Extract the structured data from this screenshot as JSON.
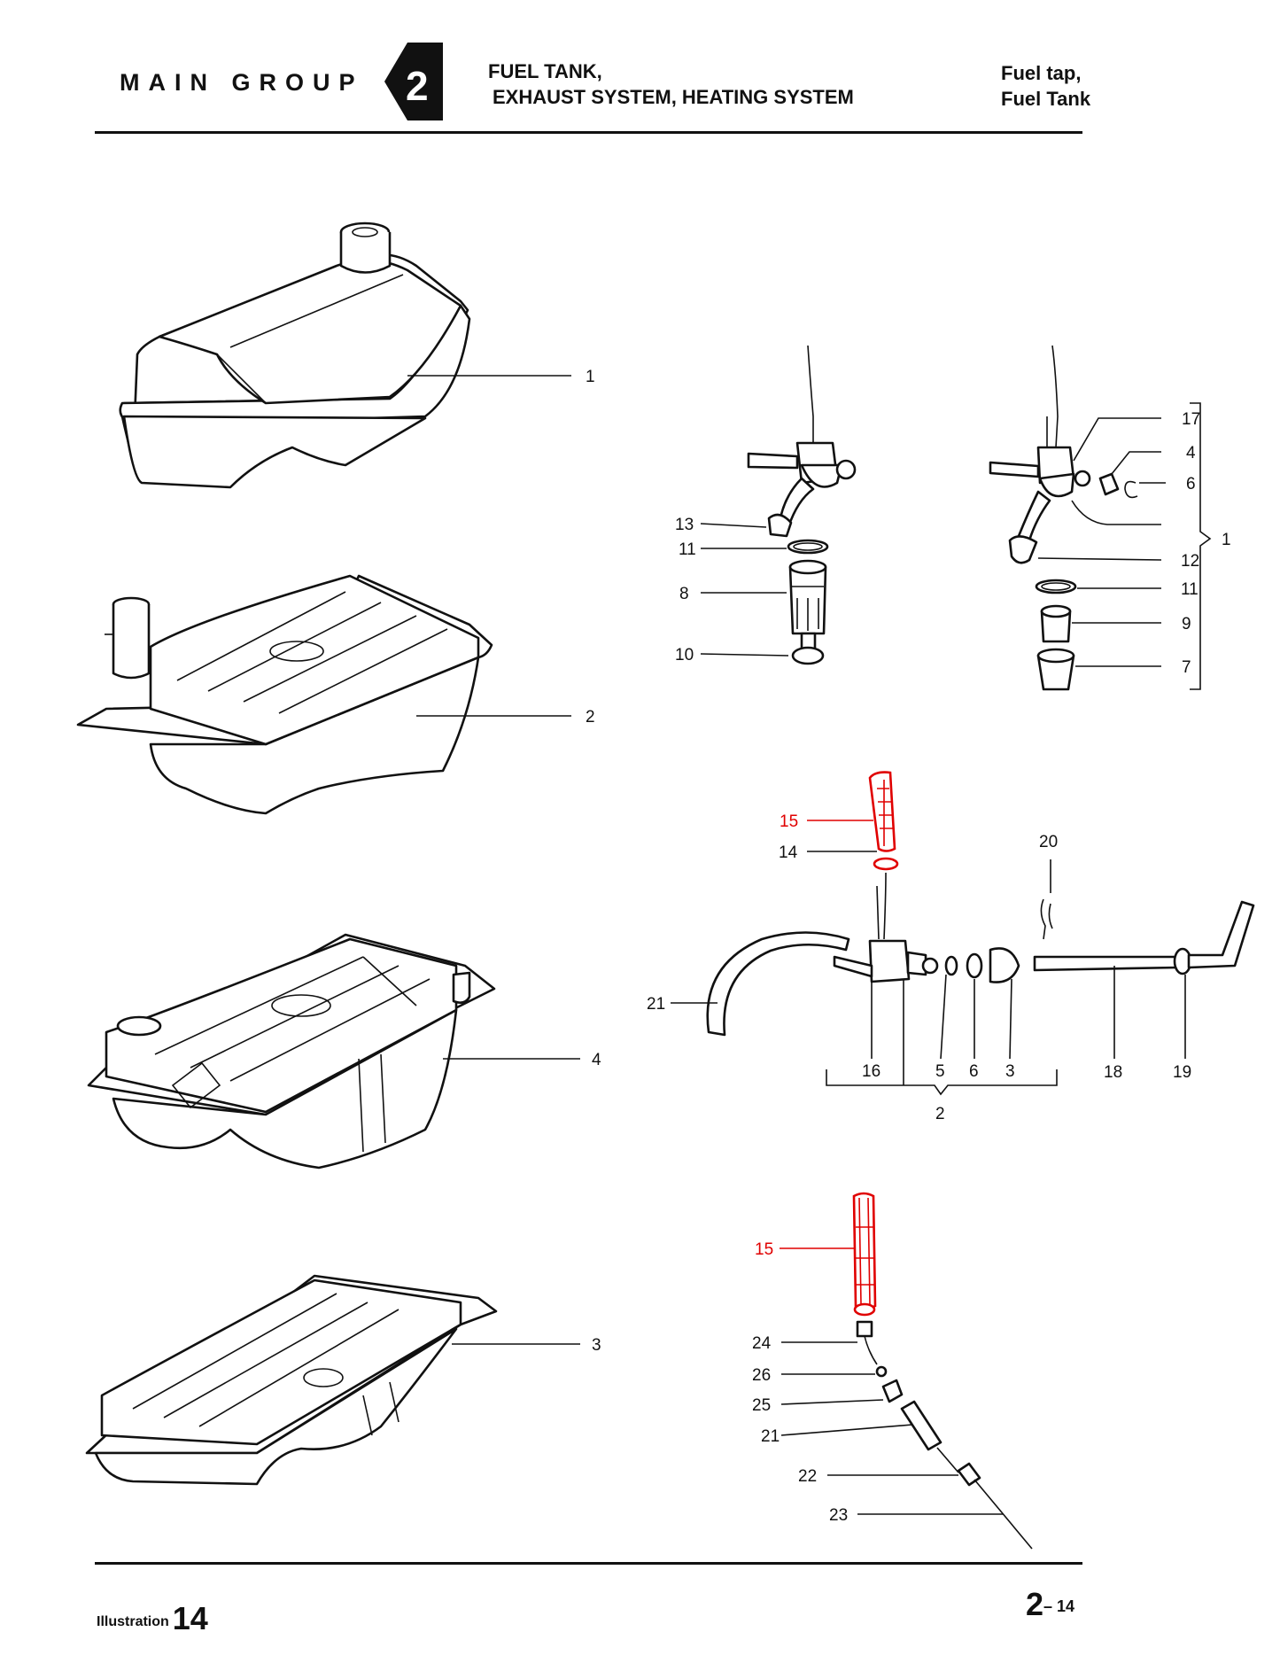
{
  "header": {
    "main_group": "MAIN GROUP",
    "group_number": "2",
    "title_line1": "FUEL TANK,",
    "title_line2": "EXHAUST SYSTEM, HEATING SYSTEM",
    "right_line1": "Fuel tap,",
    "right_line2": "Fuel Tank"
  },
  "footer": {
    "illustration_label": "Illustration",
    "illustration_number": "14",
    "page_main": "2",
    "page_sub": "– 14"
  },
  "colors": {
    "ink": "#111111",
    "highlight": "#e00000"
  },
  "tanks": [
    "1",
    "2",
    "4",
    "3"
  ],
  "tap_left": [
    "13",
    "11",
    "8",
    "10"
  ],
  "tap_right": [
    "17",
    "4",
    "6",
    "12",
    "11",
    "9",
    "7",
    "1"
  ],
  "tap_assembly": [
    "15",
    "14",
    "20",
    "21",
    "16",
    "5",
    "6",
    "3",
    "18",
    "19",
    "2"
  ],
  "hose_assembly": [
    "15",
    "24",
    "26",
    "25",
    "21",
    "22",
    "23"
  ]
}
